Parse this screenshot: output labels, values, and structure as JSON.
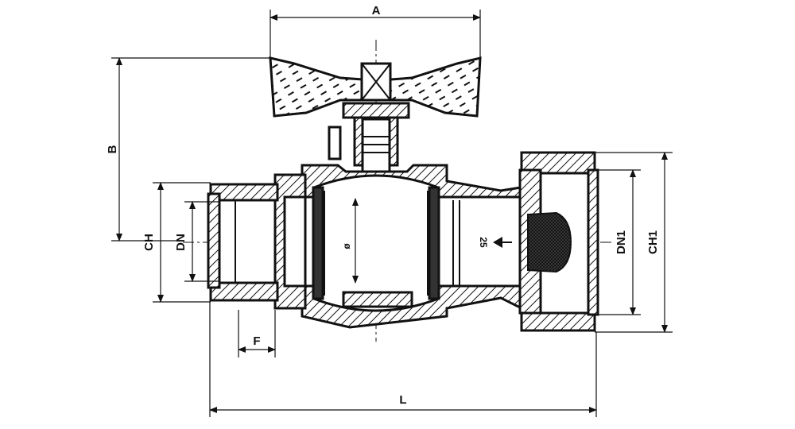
{
  "drawing": {
    "dimensions": {
      "a": "A",
      "b": "B",
      "ch": "CH",
      "dn": "DN",
      "f": "F",
      "l": "L",
      "dn1": "DN1",
      "ch1": "CH1"
    },
    "bore_symbol": "ø",
    "inner_mark": "25"
  }
}
